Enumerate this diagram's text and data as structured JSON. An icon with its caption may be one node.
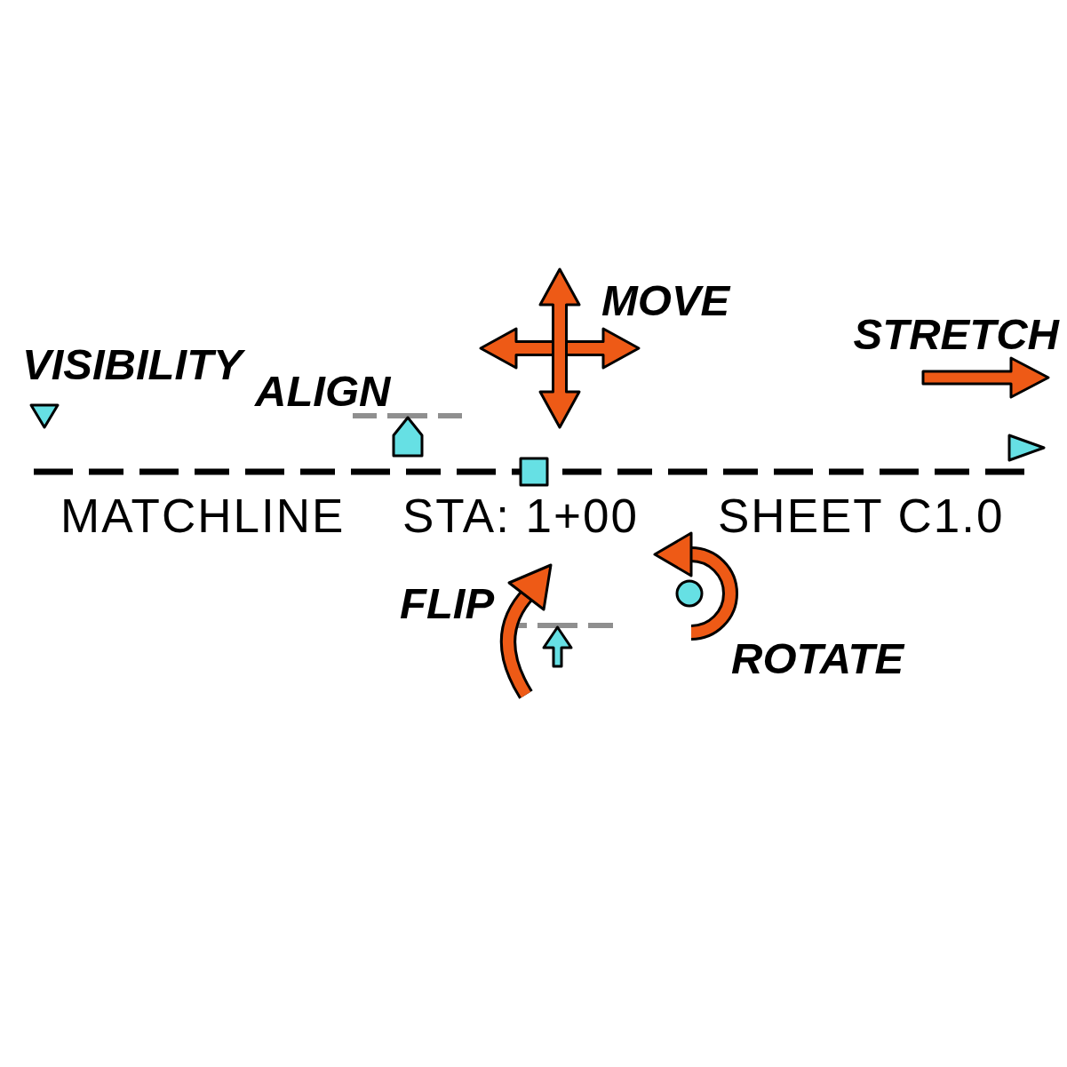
{
  "diagram": {
    "labels": [
      "MOVE",
      "STRETCH",
      "VISIBILITY",
      "ALIGN",
      "MATCHLINE",
      "STA: 1+00",
      "SHEET C1.0",
      "FLIP",
      "ROTATE"
    ]
  }
}
